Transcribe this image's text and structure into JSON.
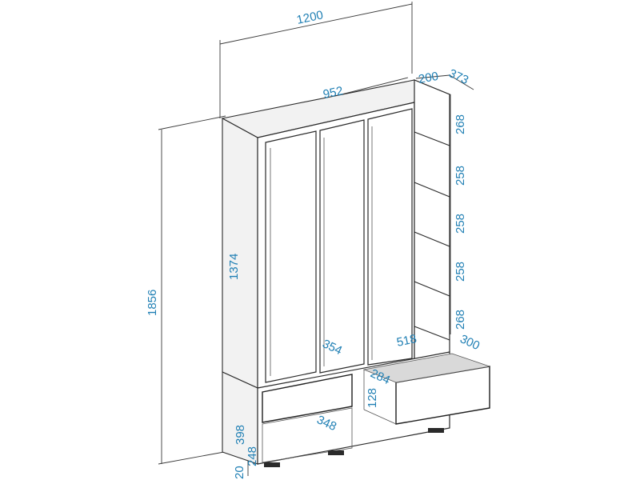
{
  "dimensions": {
    "overall_width": "1200",
    "inner_width": "952",
    "shelf_width": "200",
    "overall_depth": "373",
    "overall_height": "1856",
    "wardrobe_height": "1374",
    "shelf_h1": "268",
    "shelf_h2": "258",
    "shelf_h3": "258",
    "shelf_h4": "258",
    "shelf_h5": "268",
    "bench_depth": "354",
    "drawer_width": "518",
    "drawer_depth": "300",
    "drawer_inner": "284",
    "drawer_height": "128",
    "base_height": "398",
    "cubby_height": "248",
    "cubby_depth": "348",
    "plinth_height": "20"
  },
  "colors": {
    "dimension_text": "#1f7fb4",
    "line": "#2a2a2a"
  }
}
